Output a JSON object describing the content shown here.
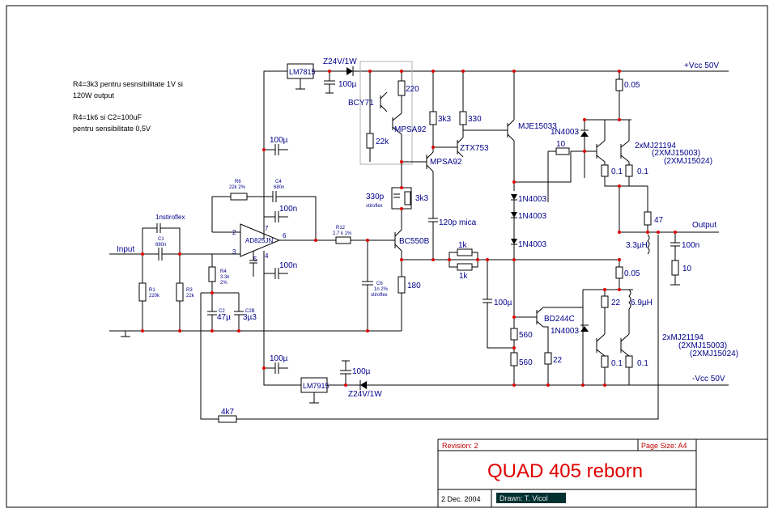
{
  "notes": {
    "line1": "R4=3k3 pentru sesnsibilitate 1V si",
    "line2": "120W output",
    "line3": "R4=1k6 si C2=100uF",
    "line4": "pentru sensibilitate 0,5V"
  },
  "rails": {
    "pos": "+Vcc 50V",
    "neg": "-Vcc 50V"
  },
  "io": {
    "input": "Input",
    "output": "Output"
  },
  "regulators": {
    "pos": "LM7815",
    "neg": "LM7915"
  },
  "zeners": {
    "top": "Z24V/1W",
    "bottom": "Z24V/1W"
  },
  "opamp": {
    "name": "AD825JN",
    "pin2": "2",
    "pin3": "3",
    "pin4": "4",
    "pin5": "5",
    "pin6": "6",
    "pin7": "7"
  },
  "components": {
    "c_top_reg": "100µ",
    "c_reg_pos": "100µ",
    "c_100n_a": "100n",
    "c_100n_b": "100n",
    "c_bot_reg": "100µ",
    "c_zener_bot": "100µ",
    "r6": "R6",
    "r6_val": "22k 2%",
    "c4": "C4",
    "c4_val": "680n",
    "c1_note": "1nstiroflex",
    "c1": "C1",
    "c1_val": "680n",
    "r1": "R1",
    "r1_val": "220k",
    "r3": "R3",
    "r3_val": "22k",
    "r4": "R4",
    "r4_val1": "3.3k",
    "r4_val2": "2%",
    "c2": "C2",
    "c2_val": "47µ",
    "c2b": "C2B",
    "c2b_val": "3µ3",
    "r12": "R12",
    "r12_val": "2.7 k 1%",
    "c6": "C6",
    "c6_val1": "1n  2%",
    "c6_val2": "stiroflex",
    "bc550b": "BC550B",
    "r180": "180",
    "c330p": "330p",
    "c330p_note": "stiroflex",
    "r3k3_a": "3k3",
    "mpsa92_a": "MPSA92",
    "mpsa92_b": "MPSA92",
    "bcy71": "BCY71",
    "r220": "220",
    "r22k": "22k",
    "r3k3_b": "3k3",
    "r330": "330",
    "ztx753": "ZTX753",
    "mje15033": "MJE15033",
    "c120p": "120p mica",
    "r1k_a": "1k",
    "r1k_b": "1k",
    "c100u_mid": "100µ",
    "d1": "1N4003",
    "d2": "1N4003",
    "d3": "1N4003",
    "d_top": "1N4003",
    "d_bot": "1N4003",
    "r10": "10",
    "r01_a": "0.1",
    "r01_b": "0.1",
    "r005_top": "0.05",
    "q_top1": "2xMJ21194",
    "q_top2": "(2XMJ15003)",
    "q_top3": "(2XMJ15024)",
    "r47": "47",
    "l33": "3.3µH",
    "c100n_out": "100n",
    "r10_out": "10",
    "r005_bot": "0.05",
    "bd244c": "BD244C",
    "r560_a": "560",
    "r560_b": "560",
    "r22_a": "22",
    "r22_b": "22",
    "l69": "6.9µH",
    "r01_c": "0.1",
    "r01_d": "0.1",
    "q_bot1": "2xMJ21194",
    "q_bot2": "(2XMJ15003)",
    "q_bot3": "(2XMJ15024)",
    "r4k7": "4k7"
  },
  "titleblock": {
    "revision": "Revision: 2",
    "page_size": "Page Size: A4",
    "title": "QUAD 405 reborn",
    "date": "2 Dec. 2004",
    "drawn": "Drawn: T. Vicol"
  },
  "colors": {
    "wire": "#000000",
    "labels": "#00008b",
    "junction": "#e00000",
    "title": "#e00000",
    "drawn_bg": "#003030"
  }
}
